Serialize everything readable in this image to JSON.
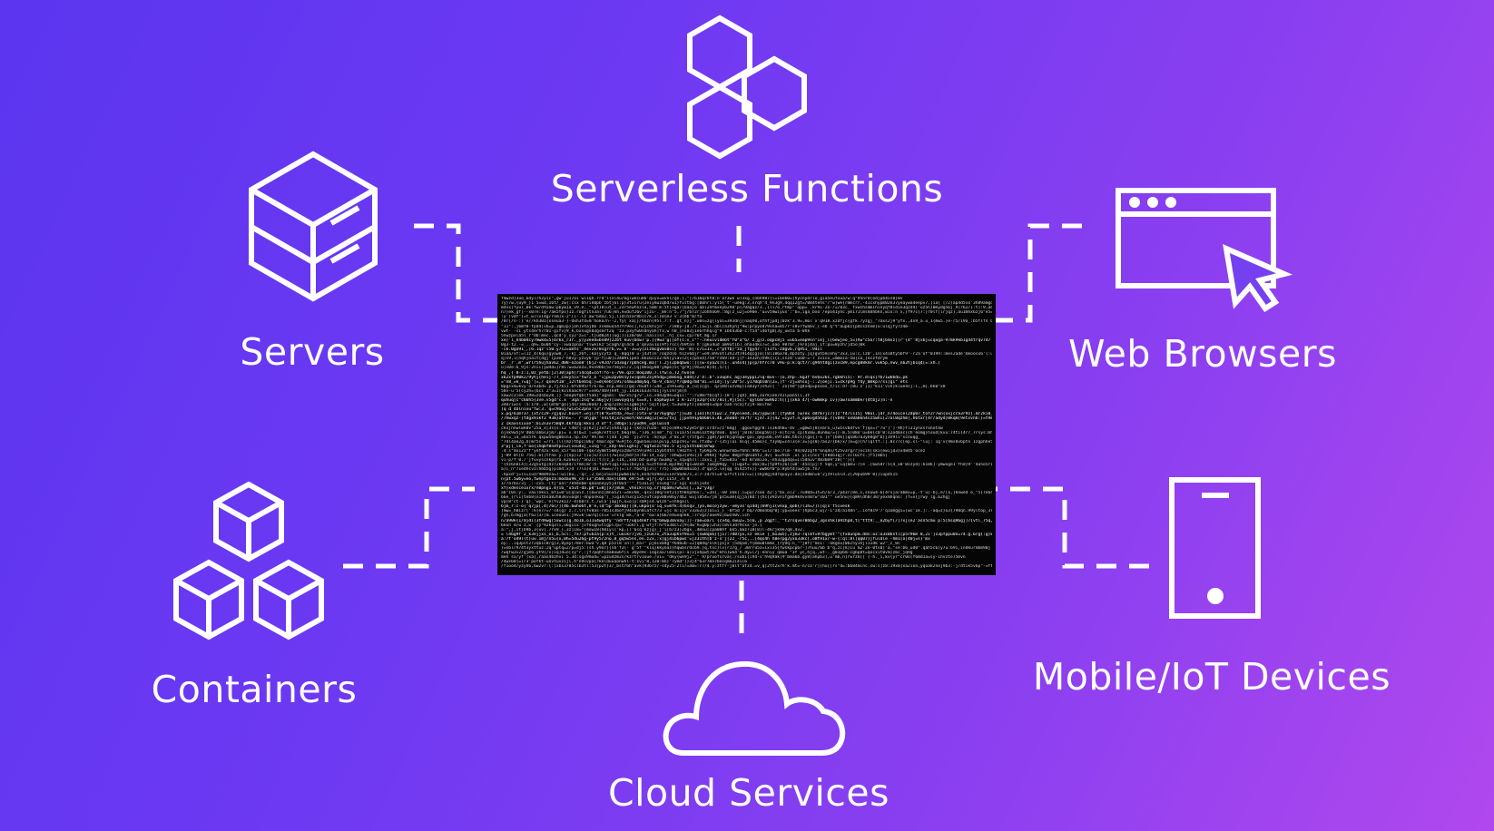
{
  "nodes": {
    "serverless": {
      "label": "Serverless Functions",
      "icon": "serverless-function-icon"
    },
    "servers": {
      "label": "Servers",
      "icon": "server-box-icon"
    },
    "web_browsers": {
      "label": "Web Browsers",
      "icon": "browser-window-cursor-icon"
    },
    "containers": {
      "label": "Containers",
      "icon": "stacked-cubes-icon"
    },
    "mobile_iot": {
      "label": "Mobile/IoT Devices",
      "icon": "mobile-phone-icon"
    },
    "cloud": {
      "label": "Cloud Services",
      "icon": "cloud-icon"
    }
  },
  "center": {
    "kind": "terminal-log-window"
  },
  "colors": {
    "background_start": "#5b35f0",
    "background_end": "#b048ee",
    "foreground": "#ffffff",
    "terminal_bg": "#050505"
  }
}
